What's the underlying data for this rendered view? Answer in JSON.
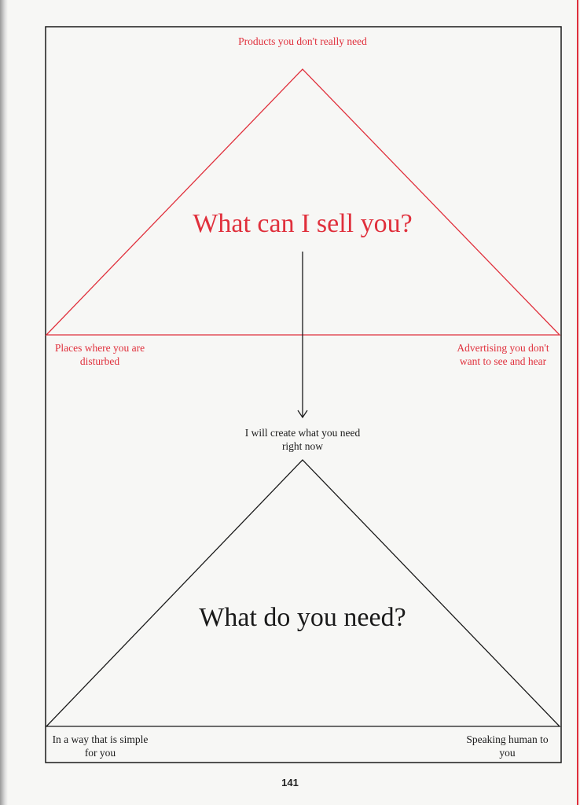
{
  "top_triangle": {
    "title": "What can I sell you?",
    "apex_label": "Products you don't really need",
    "left_label": "Places where you are disturbed",
    "right_label": "Advertising you don't want to see and hear",
    "color": "#e0303c"
  },
  "bottom_triangle": {
    "title": "What do you need?",
    "apex_label": "I will create what you need right now",
    "left_label": "In a way that is simple for you",
    "right_label": "Speaking human to you",
    "color": "#1a1a1a"
  },
  "page_number": "141"
}
